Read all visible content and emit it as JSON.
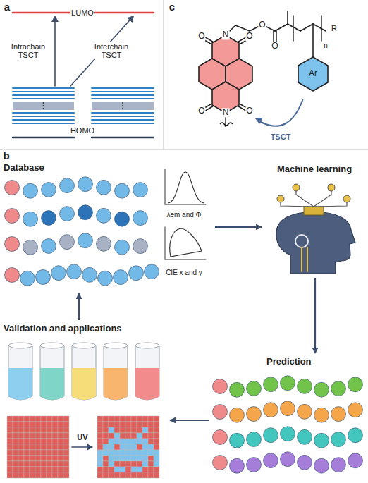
{
  "diagram": {
    "nodes": [
      {
        "text": [
          "Database"
        ]
      },
      {
        "text": [
          "λem and Φ"
        ],
        "in": 0
      },
      {
        "text": [
          "CIE x and y"
        ],
        "in": 0
      },
      {
        "text": [
          "Machine learning"
        ]
      },
      {
        "text": [
          "Prediction"
        ]
      },
      {
        "text": [
          "Validation and applications"
        ]
      }
    ],
    "edges": [
      {
        "from": 0,
        "to": 3,
        "arrow": "to"
      },
      {
        "from": 3,
        "to": 4,
        "arrow": "to"
      },
      {
        "from": 4,
        "to": 5,
        "arrow": "to"
      },
      {
        "from": 5,
        "to": 0,
        "arrow": "to"
      }
    ],
    "labels": [
      "a",
      "LUMO",
      "Intrachain TSCT",
      "Interchain TSCT",
      "HOMO",
      "c",
      "O",
      "O",
      "N",
      "O",
      "O",
      "R",
      "n",
      "Ar",
      "N",
      "O",
      "O",
      "TSCT",
      "b",
      "UV"
    ]
  }
}
